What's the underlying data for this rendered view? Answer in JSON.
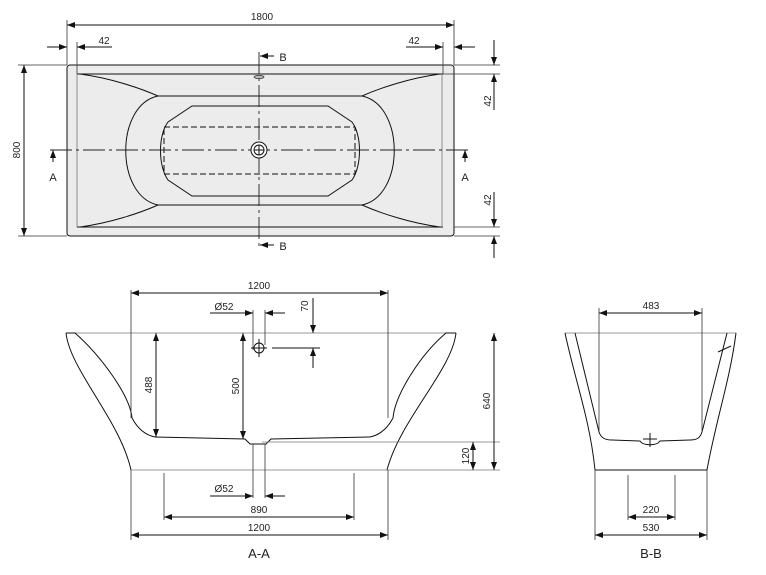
{
  "top_view": {
    "overall_length": "1800",
    "overall_width": "800",
    "rim_left": "42",
    "rim_right": "42",
    "rim_top": "42",
    "rim_bottom": "42",
    "section_a_left": "A",
    "section_a_right": "A",
    "section_b_top": "B",
    "section_b_bottom": "B"
  },
  "section_aa": {
    "title": "A-A",
    "top_width": "1200",
    "overflow_diameter": "Ø52",
    "overflow_offset": "70",
    "inner_depth": "488",
    "overflow_height": "500",
    "total_height": "640",
    "base_height": "120",
    "drain_diameter": "Ø52",
    "feet_spacing": "890",
    "base_width": "1200"
  },
  "section_bb": {
    "title": "B-B",
    "inner_width": "483",
    "feet_spacing": "220",
    "base_width": "530"
  }
}
